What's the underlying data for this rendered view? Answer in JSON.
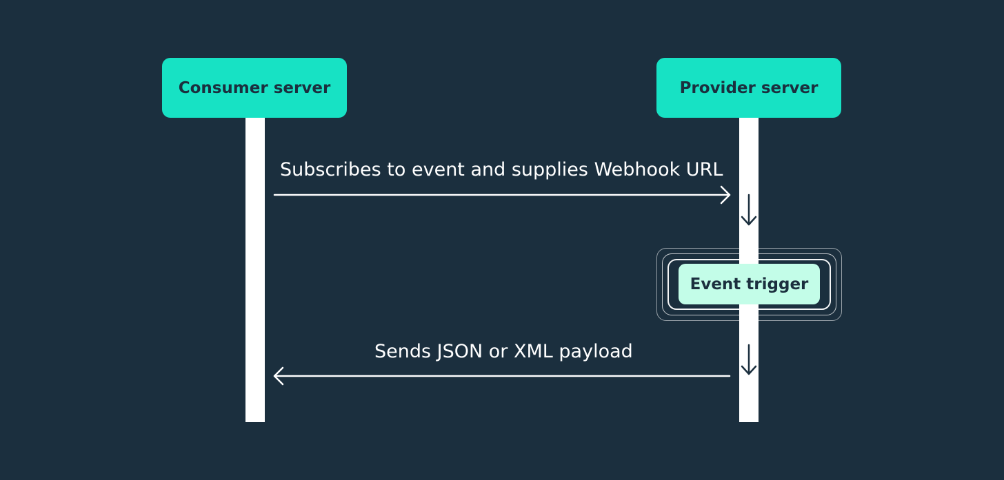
{
  "actors": {
    "consumer": "Consumer server",
    "provider": "Provider server"
  },
  "messages": [
    {
      "label": "Subscribes to event and supplies Webhook URL",
      "from": "consumer",
      "to": "provider"
    },
    {
      "label": "Sends JSON or XML payload",
      "from": "provider",
      "to": "consumer"
    }
  ],
  "event": {
    "label": "Event trigger"
  },
  "colors": {
    "background": "#1b2f3e",
    "actor": "#17e2c4",
    "event": "#c3fde8",
    "lifeline": "#ffffff",
    "text": "#ffffff"
  }
}
